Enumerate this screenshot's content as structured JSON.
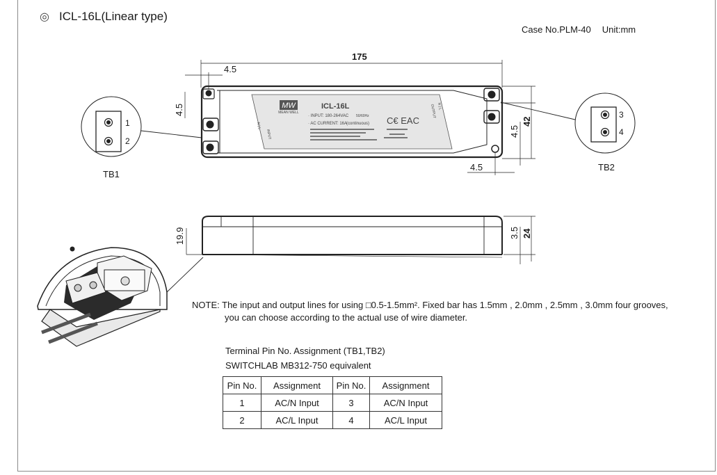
{
  "title": {
    "bullet": "◎",
    "text": "ICL-16L(Linear type)"
  },
  "case": {
    "case_no": "Case No.PLM-40",
    "unit": "Unit:mm"
  },
  "dims": {
    "length": "175",
    "edge_offset_top": "4.5",
    "vertical_left": "4.5",
    "width": "42",
    "vertical_right": "4.5",
    "edge_offset_bottom": "4.5",
    "height_left": "19.9",
    "height_small": "3.5",
    "height_total": "24"
  },
  "labels": {
    "tb1": "TB1",
    "tb2": "TB2",
    "pin1": "1",
    "pin2": "2",
    "pin3": "3",
    "pin4": "4"
  },
  "product_label": {
    "brand": "MW",
    "brand_sub": "MEAN WELL",
    "model": "ICL-16L",
    "input": "· INPUT: 180-264VAC",
    "freq": "50/60Hz",
    "current": "· AC CURRENT: 16A",
    "cont": "(continuous)",
    "ce": "C€ EAC",
    "side_in": "INPUT",
    "side_out": "OUTPUT",
    "side_in_pins": "N | L",
    "side_out_pins": "N | L"
  },
  "note": {
    "prefix": "NOTE:",
    "line1": "The input and output lines for using □0.5-1.5mm². Fixed bar has 1.5mm , 2.0mm , 2.5mm , 3.0mm four grooves,",
    "line2": "you can choose according to the actual use of wire diameter."
  },
  "terminal": {
    "heading": "Terminal Pin No.  Assignment  (TB1,TB2)",
    "equiv": "SWITCHLAB MB312-750 equivalent"
  },
  "pin_table": {
    "headers": [
      "Pin No.",
      "Assignment",
      "Pin No.",
      "Assignment"
    ],
    "rows": [
      [
        "1",
        "AC/N  Input",
        "3",
        "AC/N  Input"
      ],
      [
        "2",
        "AC/L  Input",
        "4",
        "AC/L  Input"
      ]
    ]
  }
}
